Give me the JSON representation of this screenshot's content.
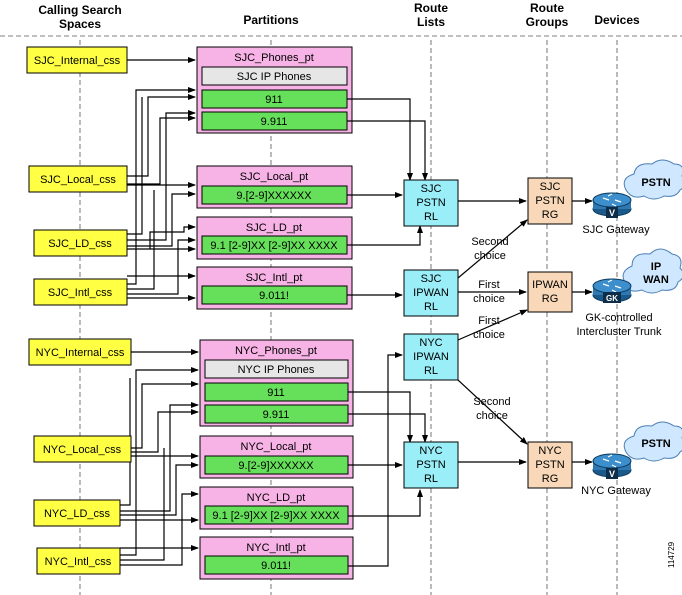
{
  "headers": {
    "css": "Calling Search\nSpaces",
    "partitions": "Partitions",
    "route_lists": "Route\nLists",
    "route_groups": "Route\nGroups",
    "devices": "Devices"
  },
  "css": [
    "SJC_Internal_css",
    "SJC_Local_css",
    "SJC_LD_css",
    "SJC_Intl_css",
    "NYC_Internal_css",
    "NYC_Local_css",
    "NYC_LD_css",
    "NYC_Intl_css"
  ],
  "partitions": {
    "sjc_phones": {
      "title": "SJC_Phones_pt",
      "rows": [
        "SJC IP Phones",
        "911",
        "9.911"
      ]
    },
    "sjc_local": {
      "title": "SJC_Local_pt",
      "rows": [
        "9.[2-9]XXXXXX"
      ]
    },
    "sjc_ld": {
      "title": "SJC_LD_pt",
      "rows": [
        "9.1 [2-9]XX [2-9]XX XXXX"
      ]
    },
    "sjc_intl": {
      "title": "SJC_Intl_pt",
      "rows": [
        "9.011!"
      ]
    },
    "nyc_phones": {
      "title": "NYC_Phones_pt",
      "rows": [
        "NYC IP Phones",
        "911",
        "9.911"
      ]
    },
    "nyc_local": {
      "title": "NYC_Local_pt",
      "rows": [
        "9.[2-9]XXXXXX"
      ]
    },
    "nyc_ld": {
      "title": "NYC_LD_pt",
      "rows": [
        "9.1 [2-9]XX [2-9]XX XXXX"
      ]
    },
    "nyc_intl": {
      "title": "NYC_Intl_pt",
      "rows": [
        "9.011!"
      ]
    }
  },
  "route_lists": {
    "sjc_pstn": [
      "SJC",
      "PSTN",
      "RL"
    ],
    "sjc_ipwan": [
      "SJC",
      "IPWAN",
      "RL"
    ],
    "nyc_ipwan": [
      "NYC",
      "IPWAN",
      "RL"
    ],
    "nyc_pstn": [
      "NYC",
      "PSTN",
      "RL"
    ]
  },
  "route_groups": {
    "sjc_pstn": [
      "SJC",
      "PSTN",
      "RG"
    ],
    "ipwan": [
      "IPWAN",
      "RG"
    ],
    "nyc_pstn": [
      "NYC",
      "PSTN",
      "RG"
    ]
  },
  "labels": {
    "second_choice_1": [
      "Second",
      "choice"
    ],
    "first_choice_1": [
      "First",
      "choice"
    ],
    "first_choice_2": [
      "First",
      "choice"
    ],
    "second_choice_2": [
      "Second",
      "choice"
    ]
  },
  "clouds": {
    "pstn_top": "PSTN",
    "ipwan": "IP\nWAN",
    "pstn_bottom": "PSTN"
  },
  "devices": {
    "sjc_gw": "SJC Gateway",
    "gk_trunk": "GK-controlled\nIntercluster Trunk",
    "nyc_gw": "NYC Gateway"
  },
  "icon_letters": {
    "sjc_gw": "V",
    "gk": "GK",
    "nyc_gw": "V"
  },
  "figure_number": "114729"
}
